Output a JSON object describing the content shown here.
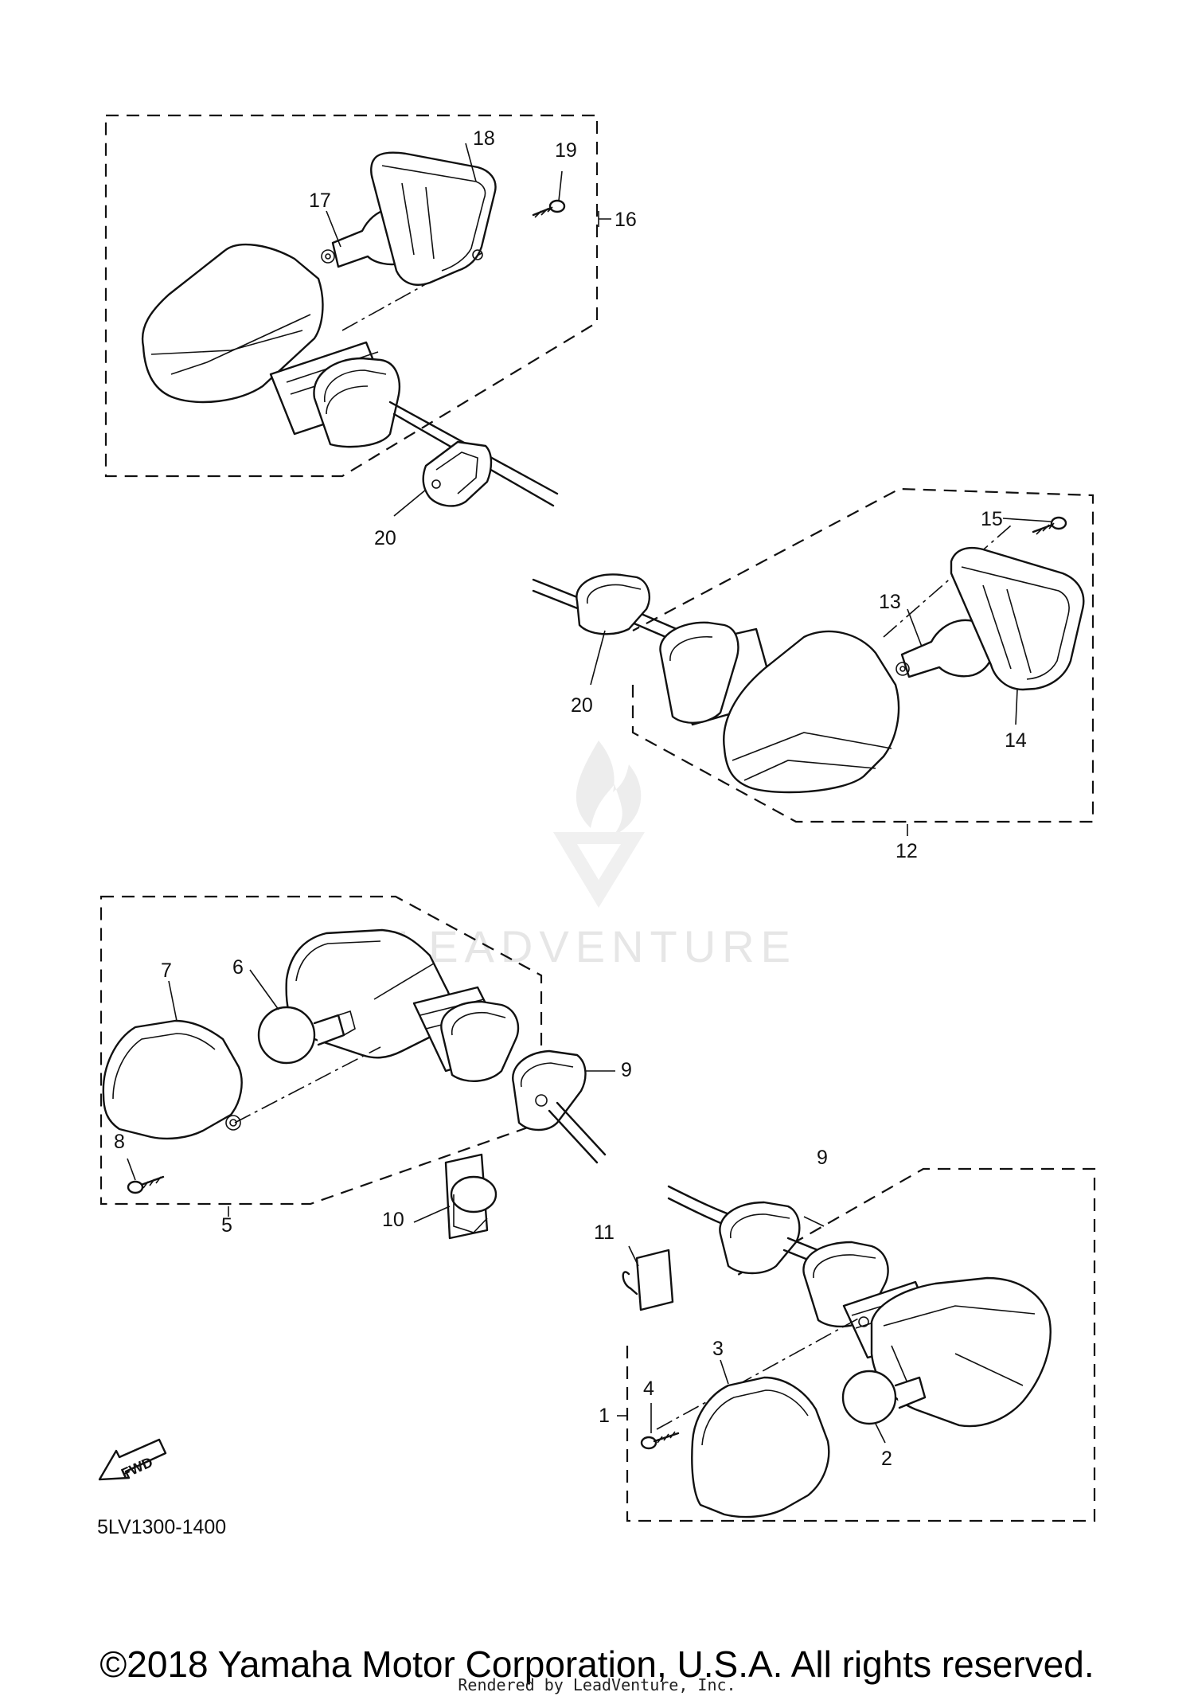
{
  "callouts": {
    "c1": "1",
    "c2": "2",
    "c3": "3",
    "c4": "4",
    "c5": "5",
    "c6": "6",
    "c7": "7",
    "c8": "8",
    "c9a": "9",
    "c9b": "9",
    "c10": "10",
    "c11": "11",
    "c12": "12",
    "c13": "13",
    "c14": "14",
    "c15": "15",
    "c16": "16",
    "c17": "17",
    "c18": "18",
    "c19": "19",
    "c20a": "20",
    "c20b": "20"
  },
  "fwd_label": "FWD",
  "diagram_code": "5LV1300-1400",
  "watermark": "LEADVENTURE",
  "footer": {
    "copyright": "©2018 Yamaha Motor Corporation, U.S.A. All rights reserved.",
    "rendered_by": "Rendered by LeadVenture, Inc."
  }
}
